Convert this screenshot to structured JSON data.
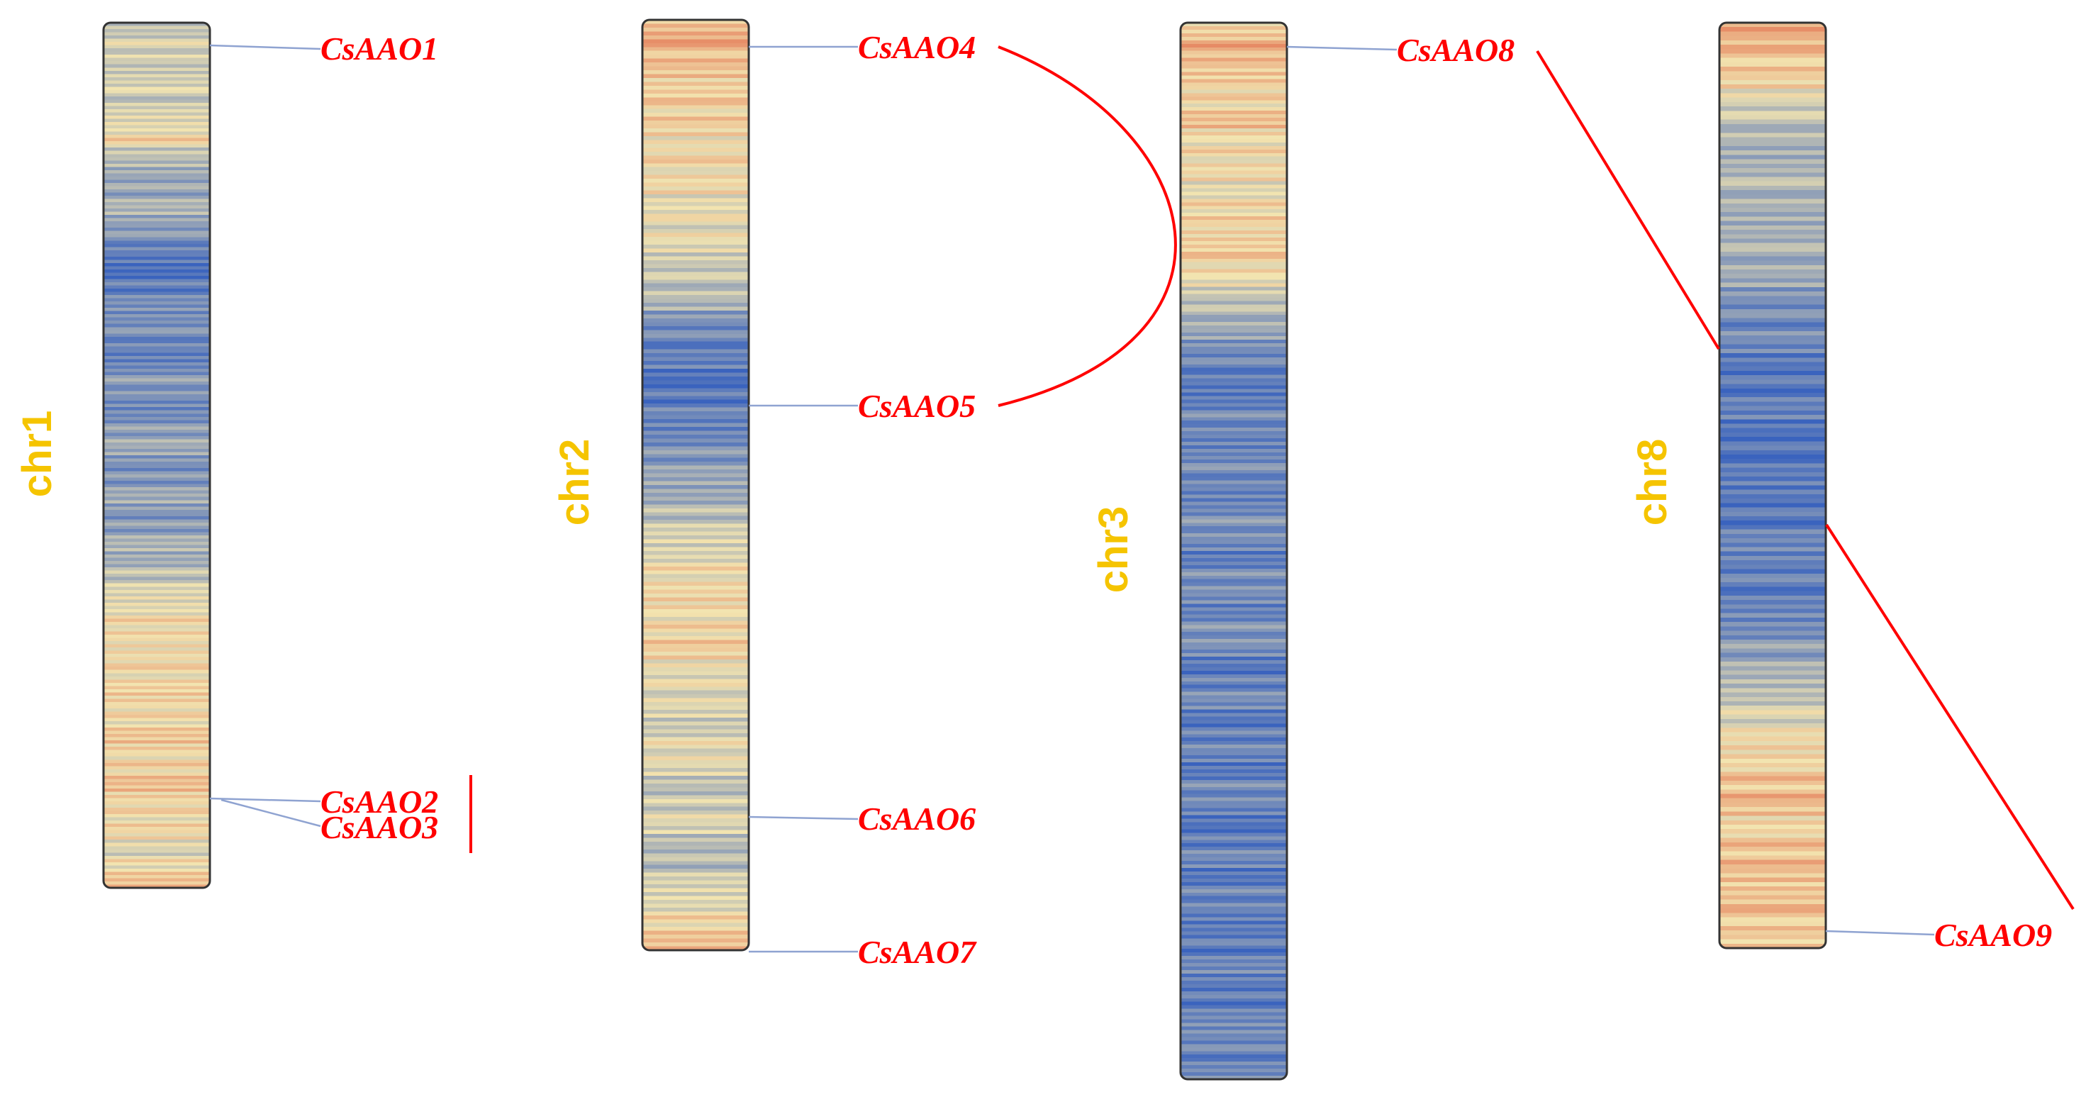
{
  "colors": {
    "label": "#ff0000",
    "chromosome_label": "#f5c400",
    "connector": "#8fa3d1",
    "link": "#ff0000",
    "outline": "#333333",
    "density_low": "#3a63be",
    "density_mid": "#f2e4b0",
    "density_high": "#e05a3c"
  },
  "chromosomes": [
    {
      "name": "chr1",
      "density": [
        0.42,
        0.45,
        0.48,
        0.44,
        0.4,
        0.46,
        0.5,
        0.43,
        0.41,
        0.47,
        0.52,
        0.55,
        0.6,
        0.38,
        0.35,
        0.33,
        0.3,
        0.28,
        0.32,
        0.34,
        0.3,
        0.26,
        0.2,
        0.12,
        0.08,
        0.06,
        0.09,
        0.12,
        0.15,
        0.18,
        0.2,
        0.22,
        0.18,
        0.14,
        0.1,
        0.16,
        0.22,
        0.25,
        0.2,
        0.15,
        0.18,
        0.22,
        0.26,
        0.3,
        0.28,
        0.24,
        0.2,
        0.22,
        0.26,
        0.3,
        0.27,
        0.22,
        0.25,
        0.3,
        0.34,
        0.32,
        0.36,
        0.4,
        0.44,
        0.48,
        0.52,
        0.55,
        0.58,
        0.56,
        0.54,
        0.58,
        0.6,
        0.57,
        0.55,
        0.6,
        0.62,
        0.58,
        0.56,
        0.6,
        0.64,
        0.62,
        0.58,
        0.6,
        0.64,
        0.66,
        0.62,
        0.6,
        0.56,
        0.58,
        0.55,
        0.52,
        0.48,
        0.55,
        0.6,
        0.66
      ]
    },
    {
      "name": "chr2",
      "density": [
        0.68,
        0.78,
        0.7,
        0.66,
        0.64,
        0.62,
        0.66,
        0.6,
        0.62,
        0.58,
        0.56,
        0.6,
        0.58,
        0.54,
        0.56,
        0.52,
        0.55,
        0.5,
        0.52,
        0.48,
        0.46,
        0.44,
        0.4,
        0.38,
        0.32,
        0.25,
        0.18,
        0.15,
        0.1,
        0.12,
        0.08,
        0.06,
        0.1,
        0.14,
        0.12,
        0.16,
        0.2,
        0.22,
        0.25,
        0.28,
        0.3,
        0.34,
        0.38,
        0.42,
        0.46,
        0.48,
        0.52,
        0.56,
        0.54,
        0.58,
        0.6,
        0.56,
        0.58,
        0.62,
        0.58,
        0.55,
        0.52,
        0.5,
        0.48,
        0.46,
        0.44,
        0.48,
        0.52,
        0.5,
        0.46,
        0.42,
        0.4,
        0.44,
        0.48,
        0.45,
        0.4,
        0.38,
        0.36,
        0.42,
        0.46,
        0.5,
        0.52,
        0.58,
        0.62,
        0.66
      ]
    },
    {
      "name": "chr3",
      "density": [
        0.62,
        0.7,
        0.74,
        0.66,
        0.62,
        0.66,
        0.6,
        0.58,
        0.62,
        0.66,
        0.6,
        0.56,
        0.58,
        0.54,
        0.56,
        0.52,
        0.55,
        0.58,
        0.6,
        0.56,
        0.62,
        0.66,
        0.6,
        0.55,
        0.5,
        0.46,
        0.4,
        0.36,
        0.3,
        0.26,
        0.22,
        0.18,
        0.14,
        0.1,
        0.08,
        0.12,
        0.16,
        0.18,
        0.14,
        0.12,
        0.16,
        0.2,
        0.18,
        0.14,
        0.12,
        0.16,
        0.2,
        0.22,
        0.18,
        0.14,
        0.12,
        0.16,
        0.2,
        0.18,
        0.16,
        0.14,
        0.18,
        0.22,
        0.2,
        0.16,
        0.12,
        0.1,
        0.14,
        0.18,
        0.16,
        0.12,
        0.1,
        0.14,
        0.16,
        0.12,
        0.1,
        0.14,
        0.18,
        0.16,
        0.12,
        0.1,
        0.08,
        0.12,
        0.16,
        0.14,
        0.1,
        0.12,
        0.16,
        0.14,
        0.1,
        0.12,
        0.14,
        0.1,
        0.12,
        0.16,
        0.14,
        0.12,
        0.1,
        0.12,
        0.16,
        0.2,
        0.18,
        0.14,
        0.12,
        0.16
      ]
    },
    {
      "name": "chr8",
      "density": [
        0.78,
        0.72,
        0.66,
        0.62,
        0.58,
        0.54,
        0.46,
        0.4,
        0.35,
        0.3,
        0.34,
        0.38,
        0.36,
        0.32,
        0.3,
        0.34,
        0.36,
        0.32,
        0.3,
        0.28,
        0.24,
        0.2,
        0.16,
        0.18,
        0.14,
        0.12,
        0.1,
        0.08,
        0.1,
        0.12,
        0.1,
        0.08,
        0.06,
        0.08,
        0.1,
        0.12,
        0.1,
        0.08,
        0.12,
        0.14,
        0.16,
        0.14,
        0.12,
        0.1,
        0.14,
        0.18,
        0.22,
        0.26,
        0.3,
        0.34,
        0.4,
        0.44,
        0.48,
        0.52,
        0.56,
        0.6,
        0.62,
        0.66,
        0.7,
        0.64,
        0.6,
        0.62,
        0.66,
        0.68,
        0.64,
        0.66,
        0.7,
        0.66,
        0.62,
        0.6
      ]
    }
  ],
  "genes": [
    {
      "name": "CsAAO1"
    },
    {
      "name": "CsAAO2"
    },
    {
      "name": "CsAAO3"
    },
    {
      "name": "CsAAO4"
    },
    {
      "name": "CsAAO5"
    },
    {
      "name": "CsAAO6"
    },
    {
      "name": "CsAAO7"
    },
    {
      "name": "CsAAO8"
    },
    {
      "name": "CsAAO9"
    }
  ],
  "duplications": [
    {
      "type": "segmental",
      "from": "CsAAO4",
      "to": "CsAAO5"
    },
    {
      "type": "segmental",
      "from": "CsAAO8",
      "to": "CsAAO9"
    },
    {
      "type": "tandem",
      "from": "CsAAO2",
      "to": "CsAAO3"
    }
  ]
}
